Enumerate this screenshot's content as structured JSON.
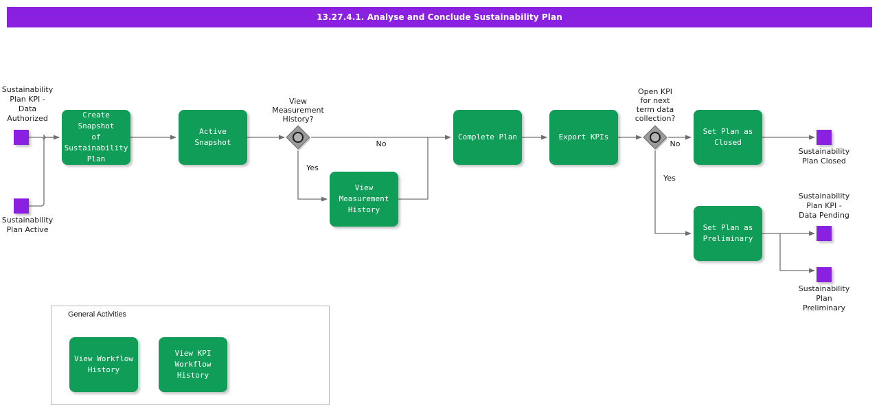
{
  "header": {
    "title": "13.27.4.1. Analyse and Conclude Sustainability Plan",
    "bar_color": "#8a20e0"
  },
  "palette": {
    "task_green": "#0f9d57",
    "event_purple": "#8a20e0",
    "gateway_grey": "#999999",
    "connector_grey": "#707070",
    "text_dark": "#1a1a1a"
  },
  "start_events": [
    {
      "id": "start-kpi-data-authorized",
      "label": "Sustainability\nPlan KPI -\nData\nAuthorized"
    },
    {
      "id": "start-plan-active",
      "label": "Sustainability\nPlan Active"
    }
  ],
  "tasks": [
    {
      "id": "create-snapshot",
      "label": "Create Snapshot\nof Sustainability\nPlan"
    },
    {
      "id": "active-snapshot",
      "label": "Active Snapshot"
    },
    {
      "id": "view-measurement-history",
      "label": "View\nMeasurement\nHistory"
    },
    {
      "id": "complete-plan",
      "label": "Complete Plan"
    },
    {
      "id": "export-kpis",
      "label": "Export KPIs"
    },
    {
      "id": "set-plan-as-closed",
      "label": "Set Plan as\nClosed"
    },
    {
      "id": "set-plan-as-preliminary",
      "label": "Set Plan as\nPreliminary"
    }
  ],
  "gateways": [
    {
      "id": "gateway-view-measurement-history",
      "label": "View\nMeasurement\nHistory?",
      "type": "event-based",
      "branches": [
        {
          "label": "No"
        },
        {
          "label": "Yes"
        }
      ]
    },
    {
      "id": "gateway-open-kpi-next-term",
      "label": "Open KPI\nfor next\nterm data\ncollection?",
      "type": "event-based",
      "branches": [
        {
          "label": "No"
        },
        {
          "label": "Yes"
        }
      ]
    }
  ],
  "flow_labels": {
    "gw1_no": "No",
    "gw1_yes": "Yes",
    "gw2_no": "No",
    "gw2_yes": "Yes"
  },
  "end_events": [
    {
      "id": "end-plan-closed",
      "label": "Sustainability\nPlan Closed"
    },
    {
      "id": "end-kpi-data-pending",
      "label": "Sustainability\nPlan KPI -\nData Pending"
    },
    {
      "id": "end-plan-preliminary",
      "label": "Sustainability\nPlan\nPreliminary"
    }
  ],
  "general_activities": {
    "title": "General Activities",
    "items": [
      {
        "id": "view-workflow-history",
        "label": "View Workflow\nHistory"
      },
      {
        "id": "view-kpi-workflow-history",
        "label": "View KPI\nWorkflow\nHistory"
      }
    ]
  }
}
